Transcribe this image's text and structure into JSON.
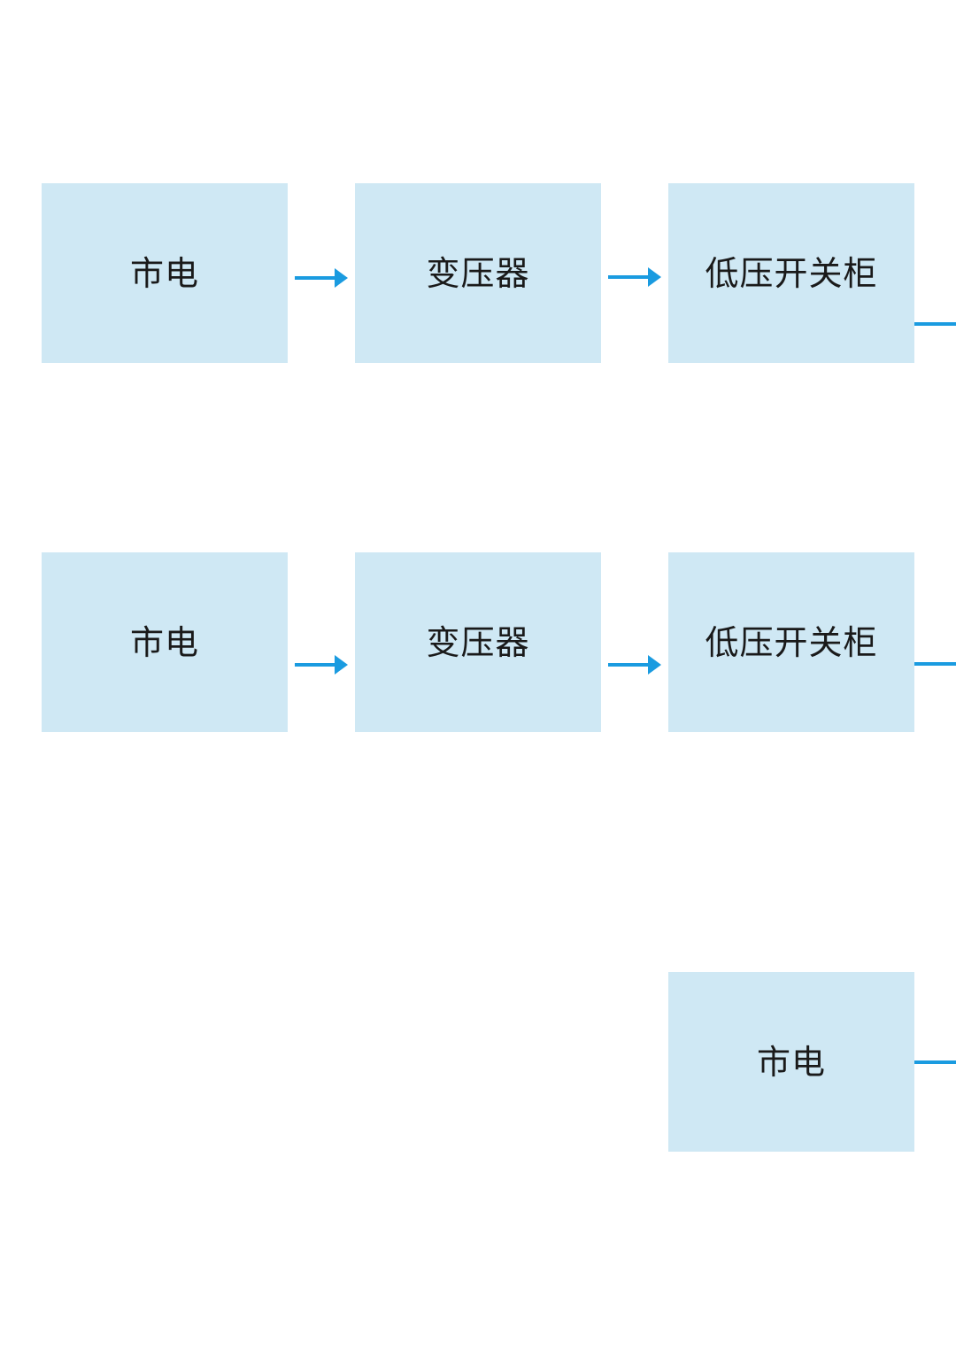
{
  "colors": {
    "box_fill": "#cfe8f4",
    "arrow": "#1a9be0",
    "text": "#1a1a1a"
  },
  "rows": [
    {
      "boxes": [
        {
          "label": "市电"
        },
        {
          "label": "变压器"
        },
        {
          "label": "低压开关柜"
        }
      ]
    },
    {
      "boxes": [
        {
          "label": "市电"
        },
        {
          "label": "变压器"
        },
        {
          "label": "低压开关柜"
        }
      ]
    },
    {
      "boxes": [
        {
          "label": "市电"
        }
      ]
    }
  ]
}
